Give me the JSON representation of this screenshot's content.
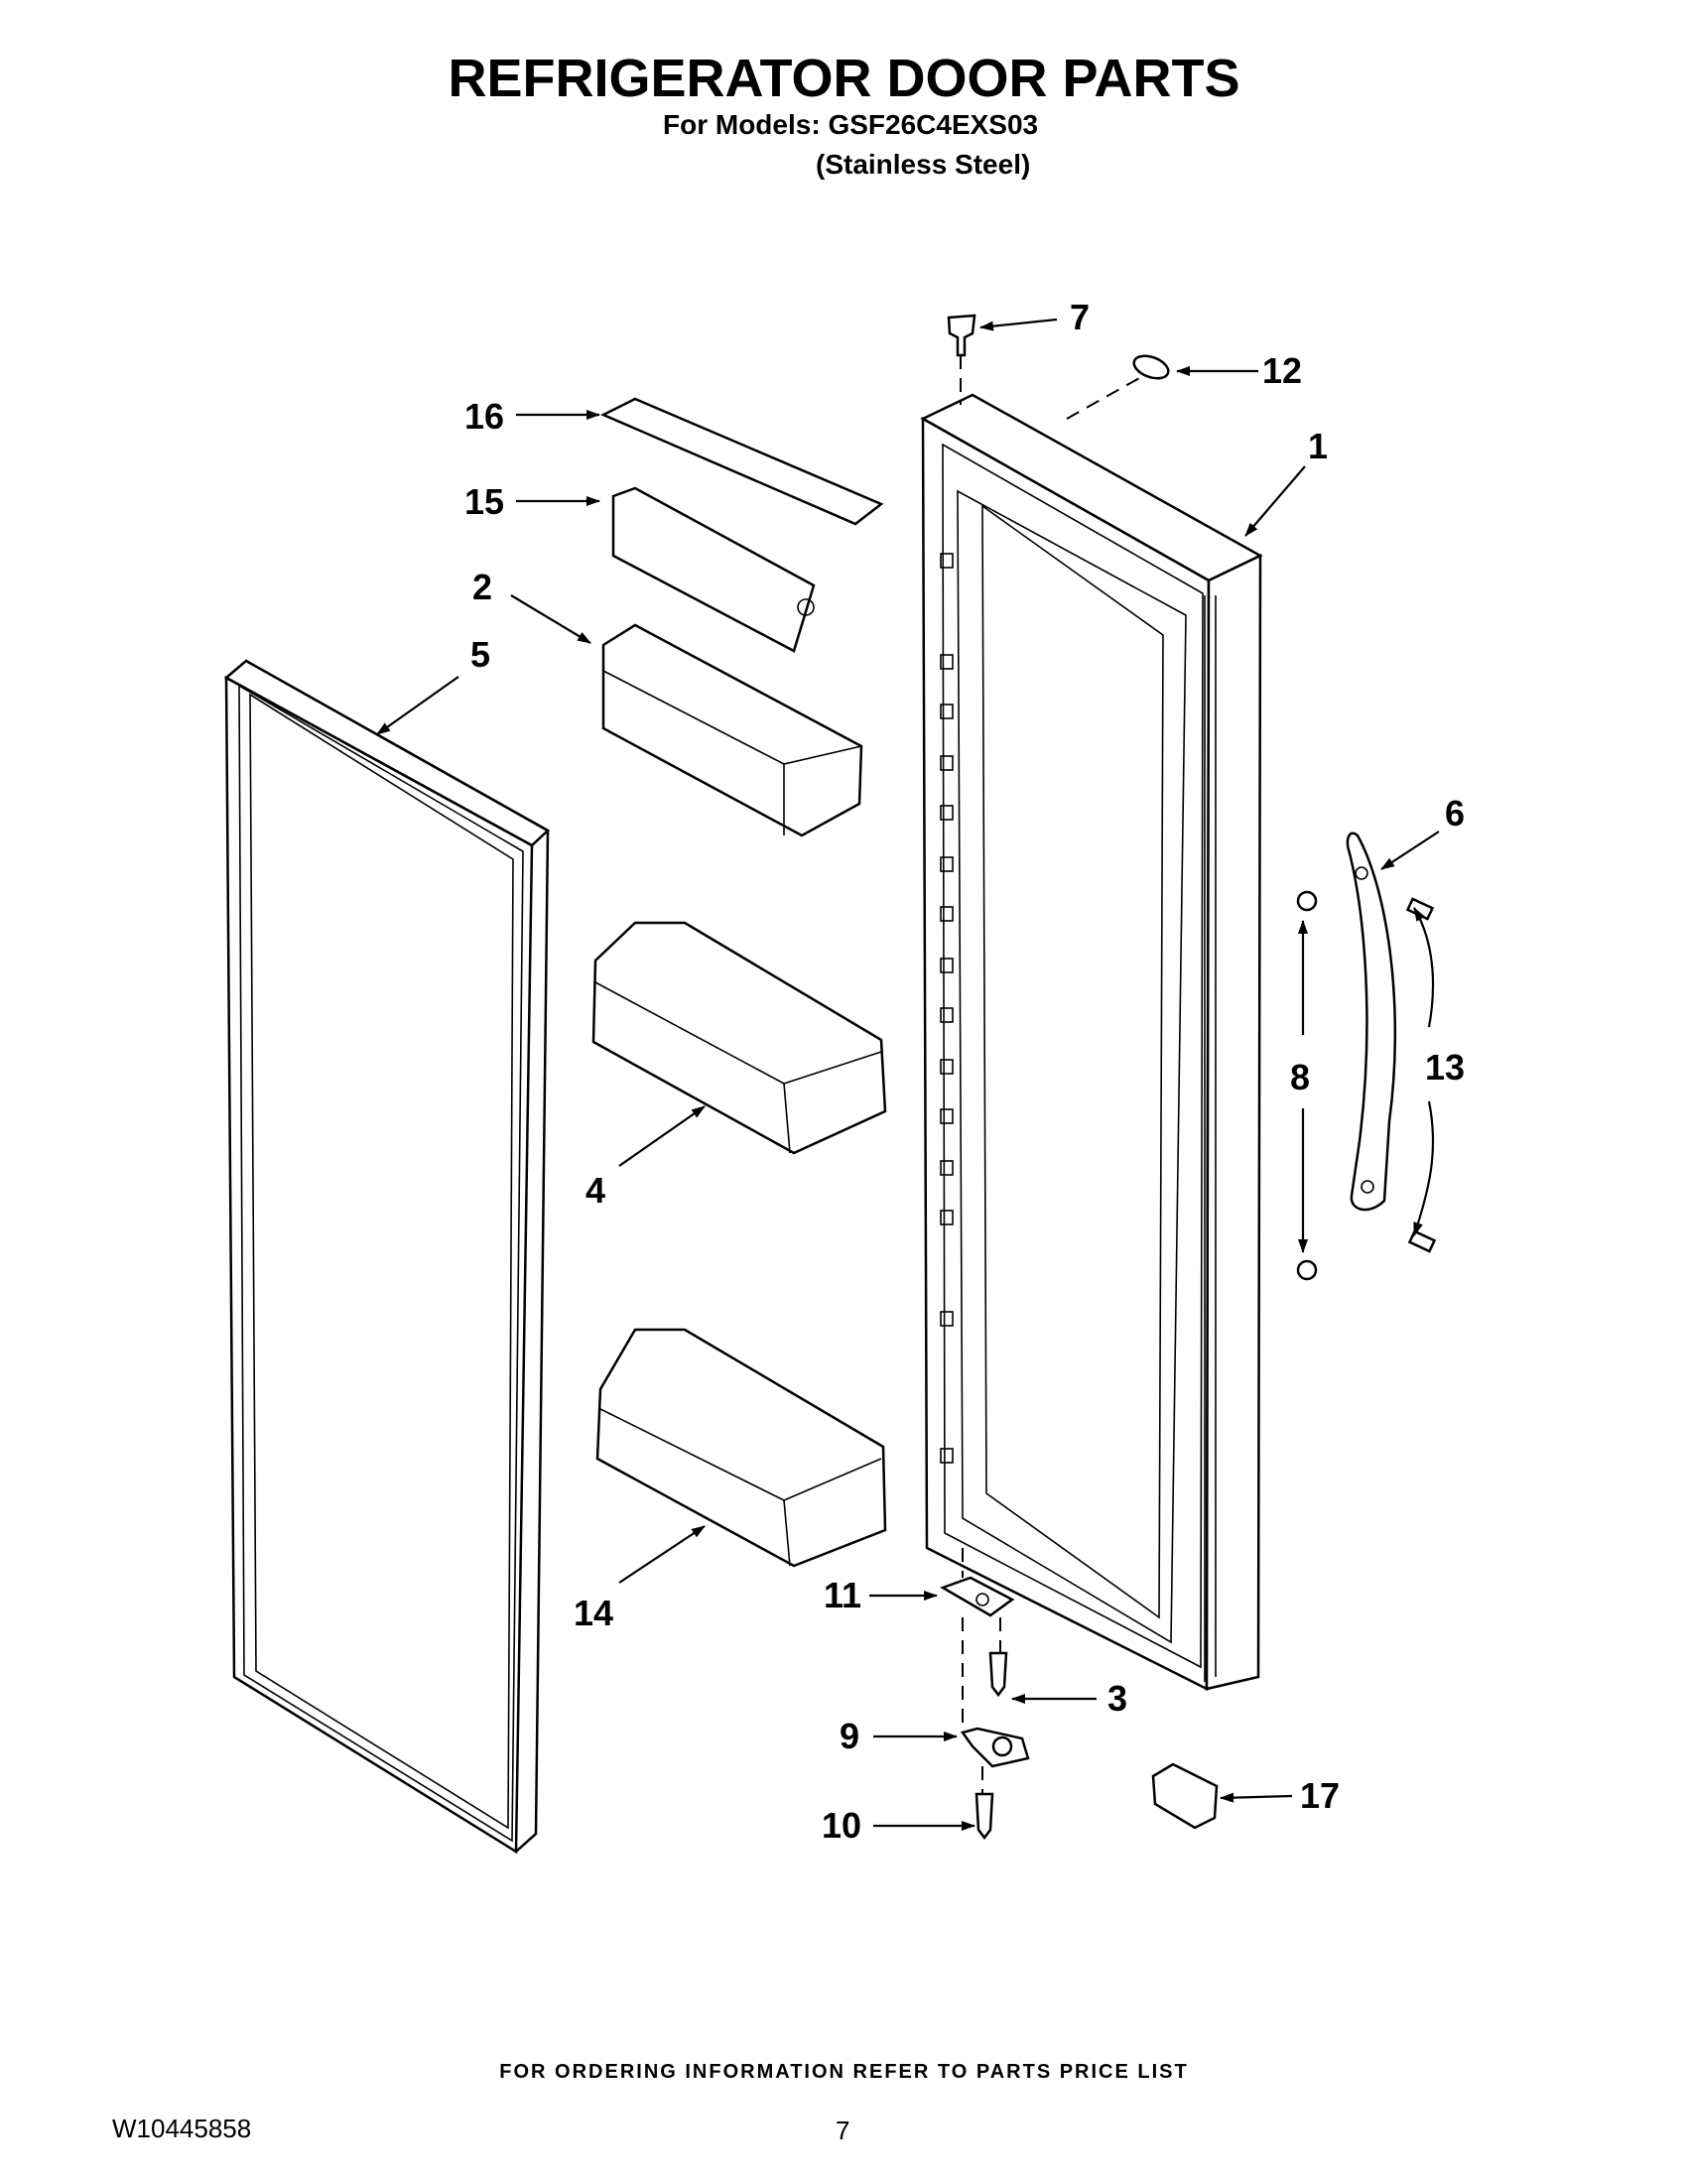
{
  "header": {
    "title": "REFRIGERATOR DOOR PARTS",
    "models_line": "For Models: GSF26C4EXS03",
    "finish_line": "(Stainless Steel)"
  },
  "callouts": [
    "1",
    "2",
    "3",
    "4",
    "5",
    "6",
    "7",
    "8",
    "9",
    "10",
    "11",
    "12",
    "13",
    "14",
    "15",
    "16",
    "17"
  ],
  "footer": {
    "ordering_note": "FOR ORDERING INFORMATION REFER TO PARTS PRICE LIST",
    "document_number": "W10445858",
    "page_number": "7"
  }
}
